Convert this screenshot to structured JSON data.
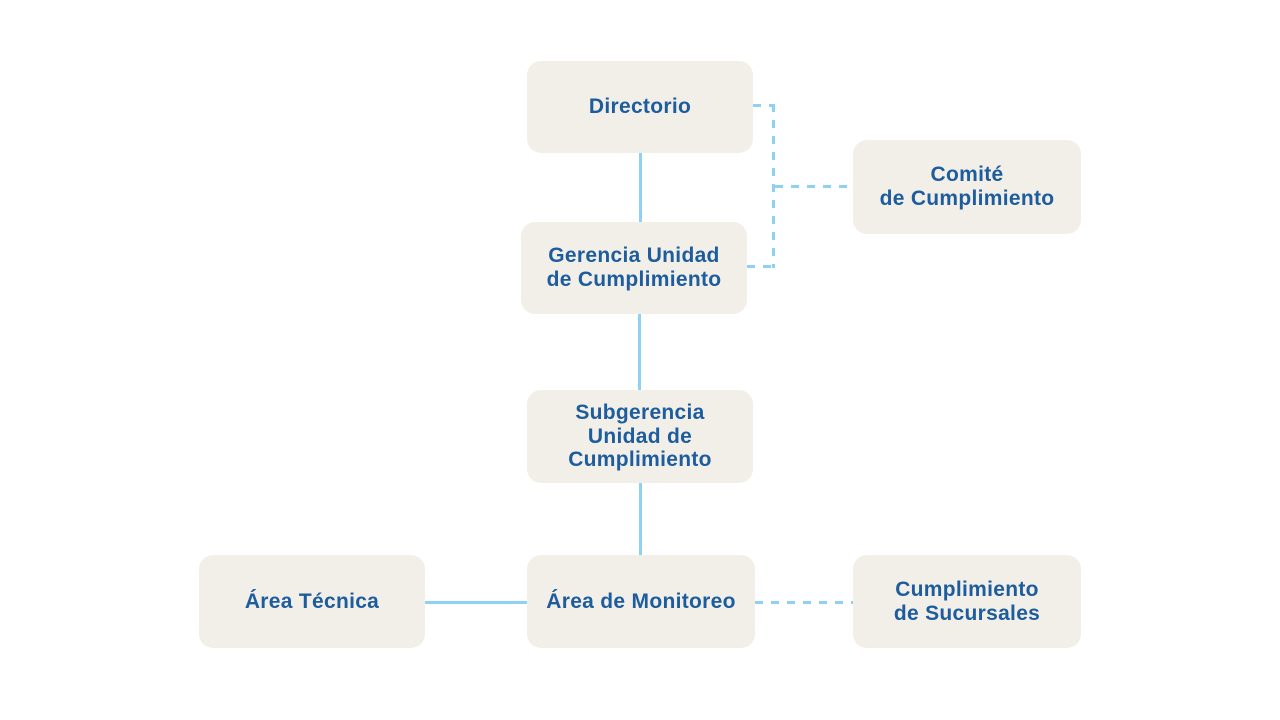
{
  "colors": {
    "background": "#ffffff",
    "box_fill": "#f2efe8",
    "text": "#1d5c9d",
    "line": "#8ed1f2"
  },
  "nodes": {
    "directorio": {
      "label": "Directorio"
    },
    "comite": {
      "label": "Comité\nde Cumplimiento"
    },
    "gerencia": {
      "label": "Gerencia Unidad\nde Cumplimiento"
    },
    "subgerencia": {
      "label": "Subgerencia\nUnidad de\nCumplimiento"
    },
    "area_tecnica": {
      "label": "Área Técnica"
    },
    "area_monitoreo": {
      "label": "Área de Monitoreo"
    },
    "cumplimiento_sucursales": {
      "label": "Cumplimiento\nde Sucursales"
    }
  },
  "chart_data": {
    "type": "org-chart",
    "edges": [
      {
        "from": "Directorio",
        "to": "Gerencia Unidad de Cumplimiento",
        "style": "solid"
      },
      {
        "from": "Gerencia Unidad de Cumplimiento",
        "to": "Subgerencia Unidad de Cumplimiento",
        "style": "solid"
      },
      {
        "from": "Subgerencia Unidad de Cumplimiento",
        "to": "Área de Monitoreo",
        "style": "solid"
      },
      {
        "from": "Área Técnica",
        "to": "Área de Monitoreo",
        "style": "solid"
      },
      {
        "from": "Directorio",
        "to": "Comité de Cumplimiento",
        "style": "dashed"
      },
      {
        "from": "Gerencia Unidad de Cumplimiento",
        "to": "Comité de Cumplimiento",
        "style": "dashed"
      },
      {
        "from": "Área de Monitoreo",
        "to": "Cumplimiento de Sucursales",
        "style": "dashed"
      }
    ]
  }
}
